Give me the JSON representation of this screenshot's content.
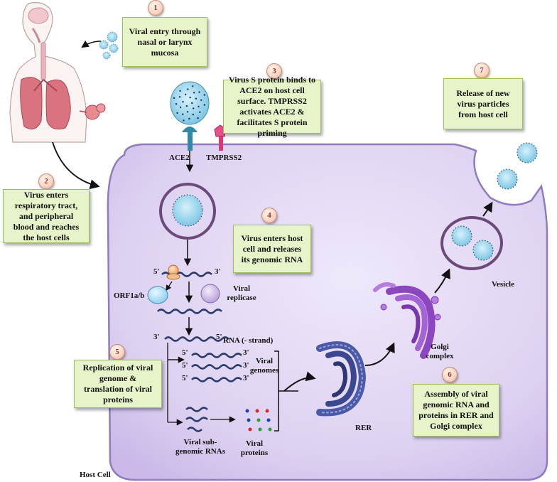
{
  "steps": [
    {
      "number": "1",
      "text": "Viral entry through nasal or larynx mucosa"
    },
    {
      "number": "2",
      "text": "Virus enters respiratory tract, and peripheral blood and reaches the host cells"
    },
    {
      "number": "3",
      "text": "Virus S protein binds to ACE2 on host cell surface. TMPRSS2 activates ACE2 & facilitates S protein priming"
    },
    {
      "number": "4",
      "text": "Virus enters host cell and releases its genomic RNA"
    },
    {
      "number": "5",
      "text": "Replication of viral genome & translation of viral proteins"
    },
    {
      "number": "6",
      "text": "Assembly of viral genomic RNA and proteins in RER and Golgi complex"
    },
    {
      "number": "7",
      "text": "Release of new virus particles from host cell"
    }
  ],
  "labels": {
    "ace2": "ACE2",
    "tmprss2": "TMPRSS2",
    "five_prime": "5'",
    "three_prime": "3'",
    "orf": "ORF1a/b",
    "replicase": "Viral replicase",
    "rna_strand": "RNA (- strand)",
    "viral_genomes": "Viral genomes",
    "subgenomic": "Viral sub-genomic RNAs",
    "viral_proteins": "Viral proteins",
    "rer": "RER",
    "golgi": "Golgi complex",
    "vesicle": "Vesicle",
    "host_cell": "Host Cell"
  },
  "colors": {
    "cell_fill": "#d9cdef",
    "cell_border": "#8f7bbd",
    "virus": "#9fd8ec",
    "note_bg": "#e7f3c8",
    "vesicle_ring": "#6b4a7a",
    "rer": "#3c4a8e",
    "golgi": "#9a4fc9",
    "ace2": "#2d8aa8",
    "tmprss2": "#d63a78"
  }
}
